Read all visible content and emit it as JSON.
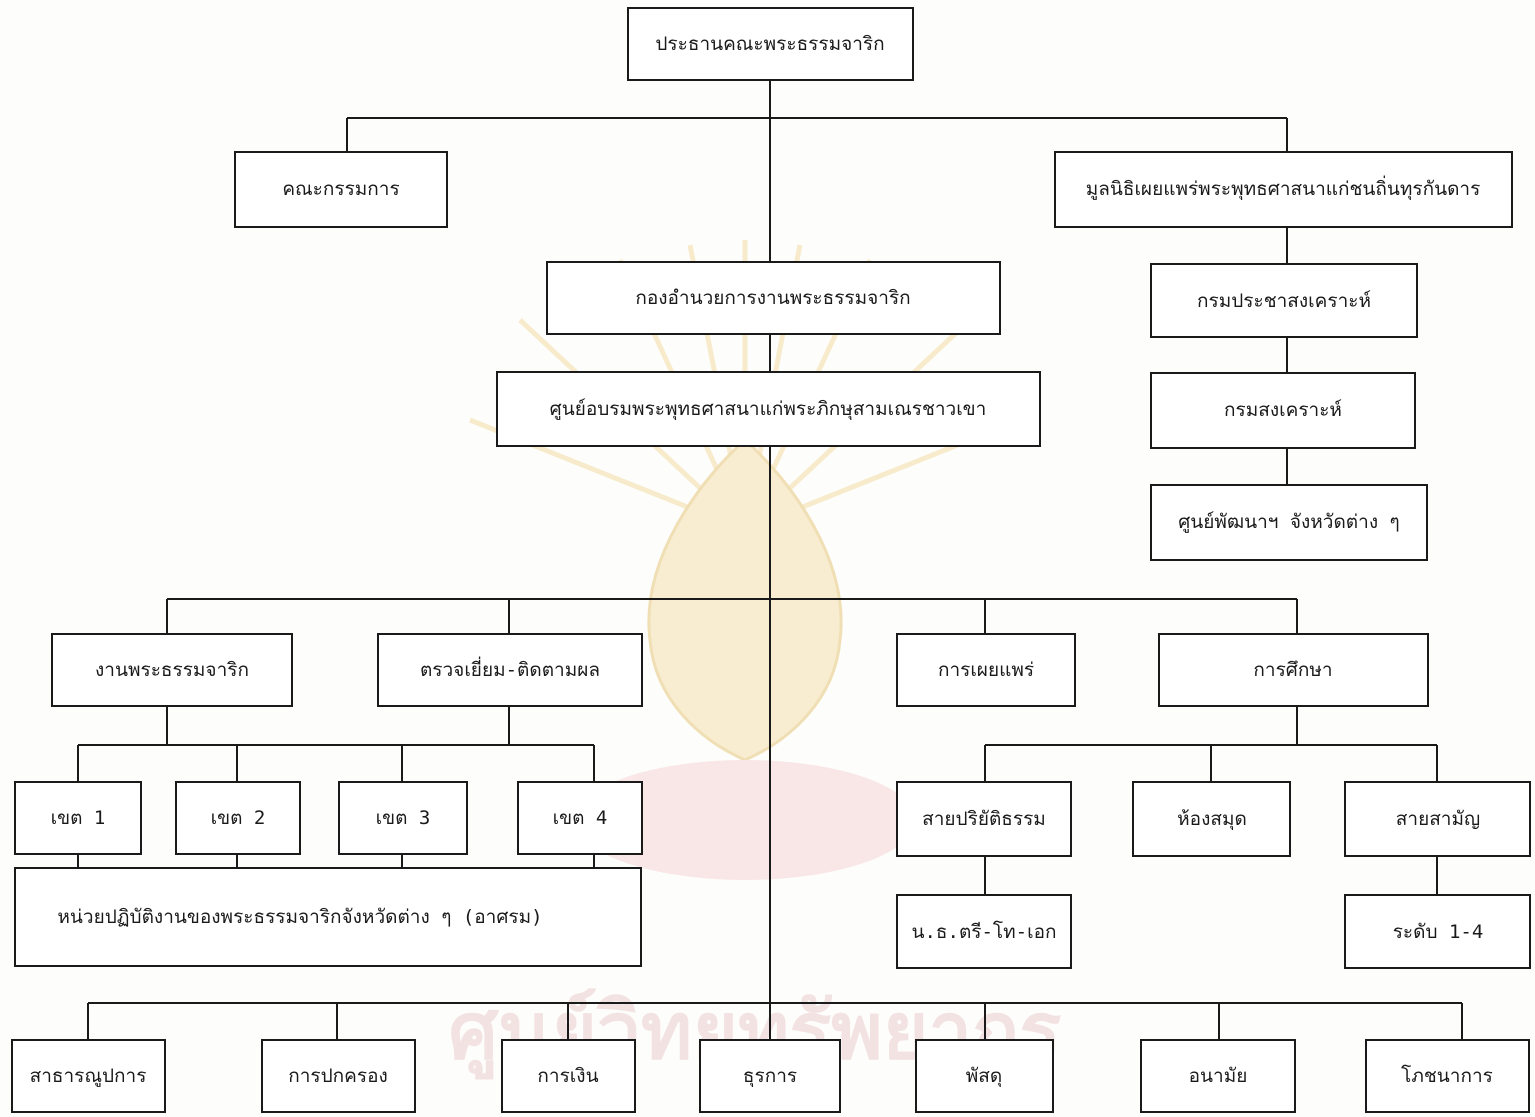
{
  "chart_title": "",
  "colors": {
    "line": "#1a1a1a",
    "box_fill": "#ffffff",
    "watermark_text": "#f3e2e2",
    "watermark_emblem": "#f7eac8"
  },
  "watermark": {
    "line1": "ศูนย์วิทยทรัพยากร"
  },
  "nodes": {
    "chairman": "ประธานคณะพระธรรมจาริก",
    "committee": "คณะกรรมการ",
    "foundation": "มูลนิธิเผยแพร่พระพุทธศาสนาแก่ชนถิ่นทุรกันดาร",
    "directorate": "กองอำนวยการงานพระธรรมจาริก",
    "public_welfare_dept": "กรมประชาสงเคราะห์",
    "training_center": "ศูนย์อบรมพระพุทธศาสนาแก่พระภิกษุสามเณรชาวเขา",
    "welfare_dept": "กรมสงเคราะห์",
    "provincial_centers": "ศูนย์พัฒนาฯ จังหวัดต่าง ๆ",
    "dhammacarik_work": "งานพระธรรมจาริก",
    "inspection": "ตรวจเยี่ยม-ติดตามผล",
    "propagation": "การเผยแพร่",
    "education": "การศึกษา",
    "zone1": "เขต 1",
    "zone2": "เขต 2",
    "zone3": "เขต 3",
    "zone4": "เขต 4",
    "units": "หน่วยปฏิบัติงานของพระธรรมจาริกจังหวัดต่าง ๆ (อาศรม)",
    "dhamma_track": "สายปริยัติธรรม",
    "library": "ห้องสมุด",
    "general_track": "สายสามัญ",
    "dhamma_levels": "น.ธ.ตรี-โท-เอก",
    "levels": "ระดับ 1-4",
    "public_works": "สาธารณูปการ",
    "administration": "การปกครอง",
    "finance": "การเงิน",
    "clerical": "ธุรการ",
    "supplies": "พัสดุ",
    "health": "อนามัย",
    "nutrition": "โภชนาการ"
  }
}
